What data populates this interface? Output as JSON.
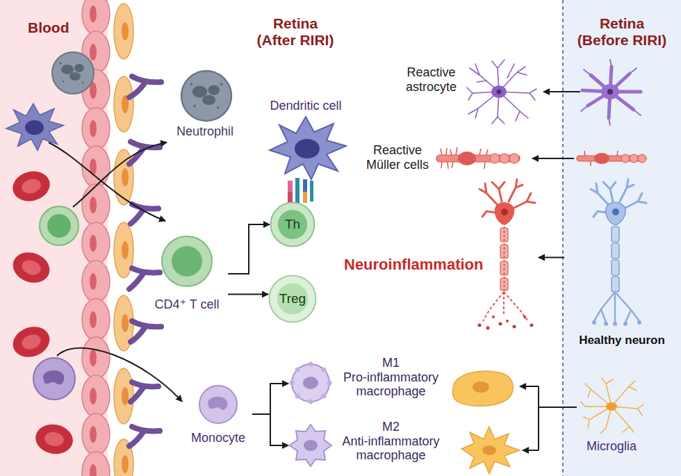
{
  "diagram": {
    "nodes": [
      {
        "text": [
          "Blood"
        ]
      },
      {
        "text": [
          "Neutrophil"
        ]
      },
      {
        "text": [
          "Dendritic cell"
        ]
      },
      {
        "text": [
          "Th"
        ]
      },
      {
        "text": [
          "Treg"
        ]
      },
      {
        "text": [
          "CD4⁺ T cell"
        ]
      },
      {
        "text": [
          "Reactive astrocyte"
        ]
      },
      {
        "text": [
          "Reactive Müller cells"
        ]
      },
      {
        "text": [
          "Neuroinflammation"
        ]
      },
      {
        "text": [
          "M1",
          "Pro-inflammatory macrophage"
        ]
      },
      {
        "text": [
          "M2",
          "Anti-inflammatory macrophage"
        ]
      },
      {
        "text": [
          "Monocyte"
        ]
      },
      {
        "text": [
          "Retina (Before RIRI)"
        ]
      },
      {
        "text": [
          "Healthy neuron"
        ],
        "in": 12
      },
      {
        "text": [
          "Microglia"
        ],
        "in": 12
      }
    ],
    "edges": [
      {
        "from": 5,
        "to": 3,
        "arrow": "to"
      },
      {
        "from": 5,
        "to": 4,
        "arrow": "to"
      },
      {
        "from": 11,
        "to": 9,
        "arrow": "to"
      },
      {
        "from": 11,
        "to": 10,
        "arrow": "to"
      },
      {
        "from": 13,
        "to": 8,
        "arrow": "to"
      }
    ],
    "labels": [
      "Retina (After RIRI)"
    ]
  }
}
